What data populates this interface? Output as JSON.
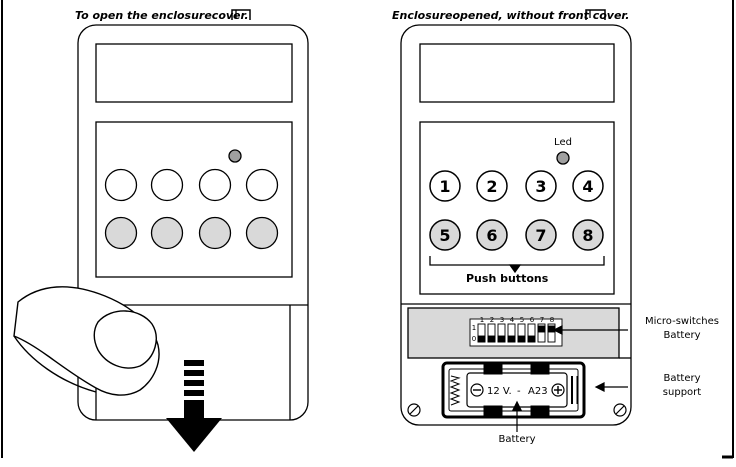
{
  "captions": {
    "left": "To open the enclosurecover.",
    "right": "Enclosureopened, without front cover."
  },
  "labels": {
    "led": "Led",
    "push_buttons": "Push buttons",
    "micro_switches": "Micro-switches",
    "battery_right": "Battery",
    "battery_support_line1": "Battery",
    "battery_support_line2": "support",
    "battery_bottom": "Battery"
  },
  "buttons": [
    "1",
    "2",
    "3",
    "4",
    "5",
    "6",
    "7",
    "8"
  ],
  "dip_switch_numbers": [
    "1",
    "2",
    "3",
    "4",
    "5",
    "6",
    "7",
    "8"
  ],
  "dip_side_marks": [
    "1",
    "0"
  ],
  "battery": {
    "voltage": "12 V.",
    "dash": "-",
    "model": "A23"
  },
  "colors": {
    "line": "#000000",
    "shade": "#d9d9d9",
    "led": "#a0a0a0"
  }
}
